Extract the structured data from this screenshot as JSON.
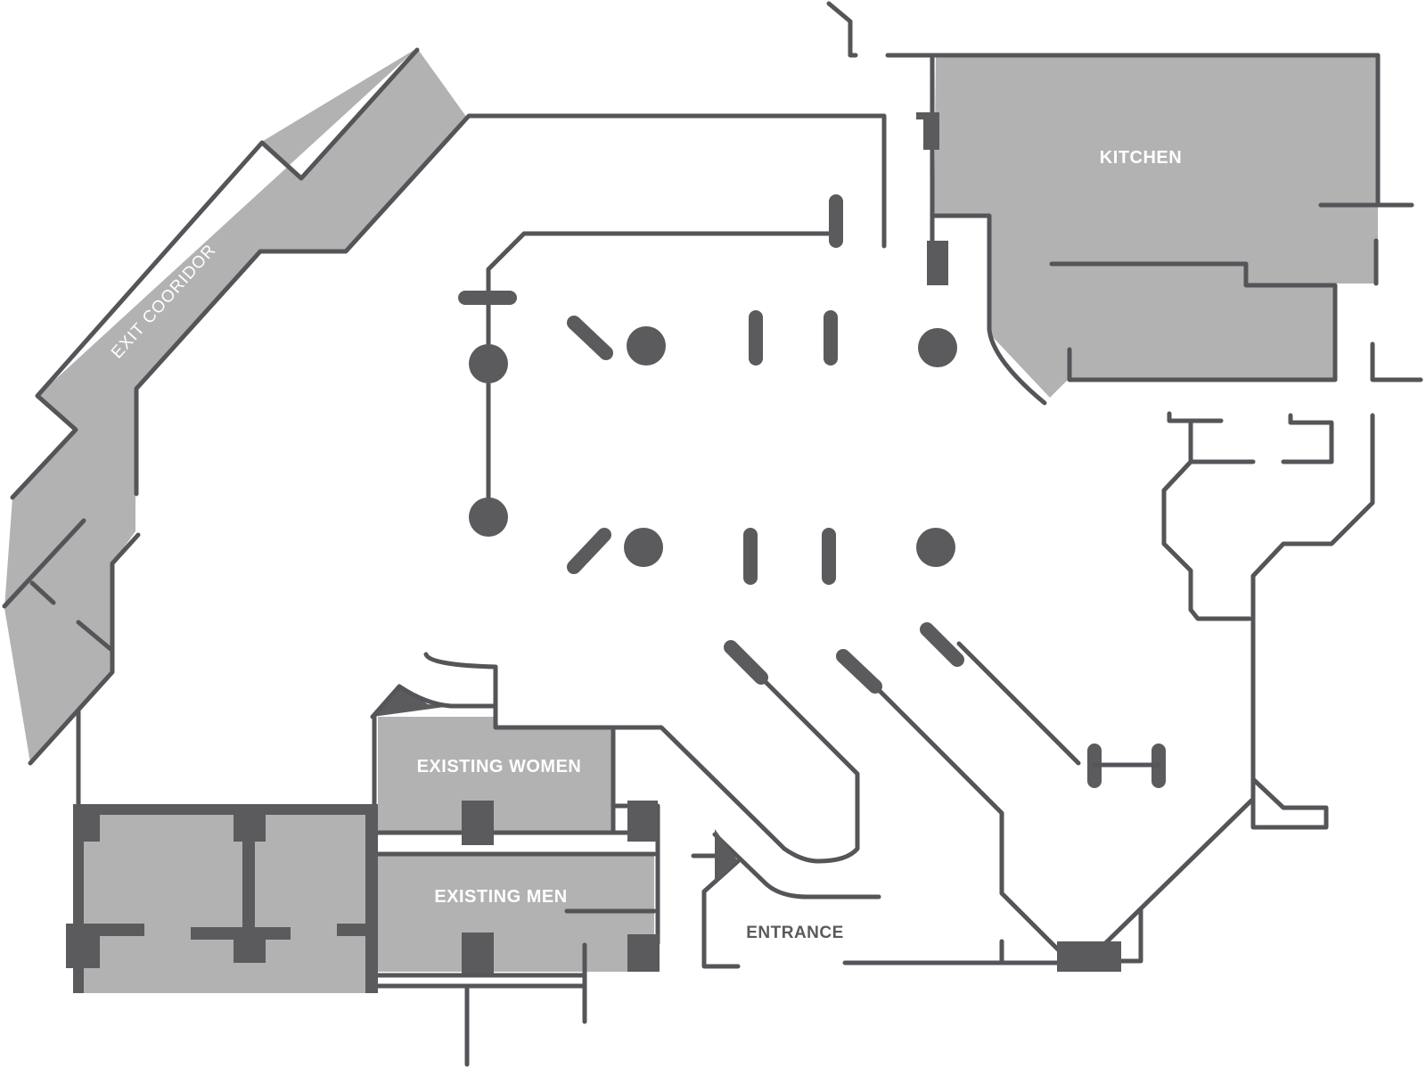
{
  "labels": {
    "exit_corridor": "EXIT COORIDOR",
    "kitchen": "KITCHEN",
    "existing_women": "EXISTING WOMEN",
    "existing_men": "EXISTING MEN",
    "entrance": "ENTRANCE"
  },
  "colors": {
    "room_fill": "#b2b2b2",
    "wall": "#555559",
    "column": "#5b5b5e",
    "background": "#ffffff",
    "label_light": "#ffffff",
    "label_dark": "#5a5a5e"
  }
}
